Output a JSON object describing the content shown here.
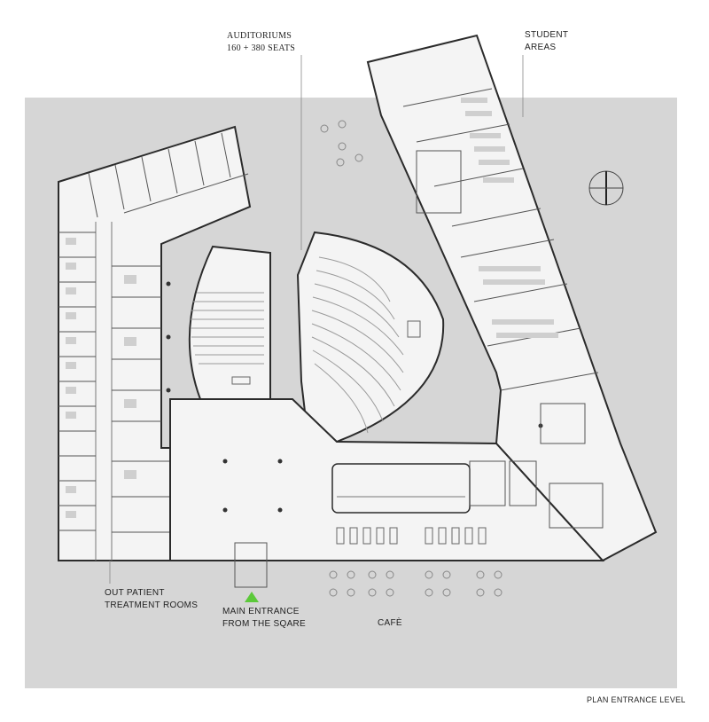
{
  "labels": {
    "auditoriums_line1": "AUDITORIUMS",
    "auditoriums_line2": "160 + 380 SEATS",
    "student_line1": "STUDENT",
    "student_line2": "AREAS",
    "outpatient_line1": "OUT PATIENT",
    "outpatient_line2": "TREATMENT ROOMS",
    "entrance_line1": "MAIN ENTRANCE",
    "entrance_line2": "FROM THE SQARE",
    "cafe": "CAFÈ",
    "plan_title": "PLAN ENTRANCE LEVEL"
  },
  "colors": {
    "site": "#d6d6d6",
    "building": "#f4f4f4",
    "wall": "#2b2b2b",
    "entrance_marker": "#5cc93a"
  },
  "icons": {
    "north_arrow": "compass-icon",
    "entrance_marker": "triangle-marker-icon"
  }
}
